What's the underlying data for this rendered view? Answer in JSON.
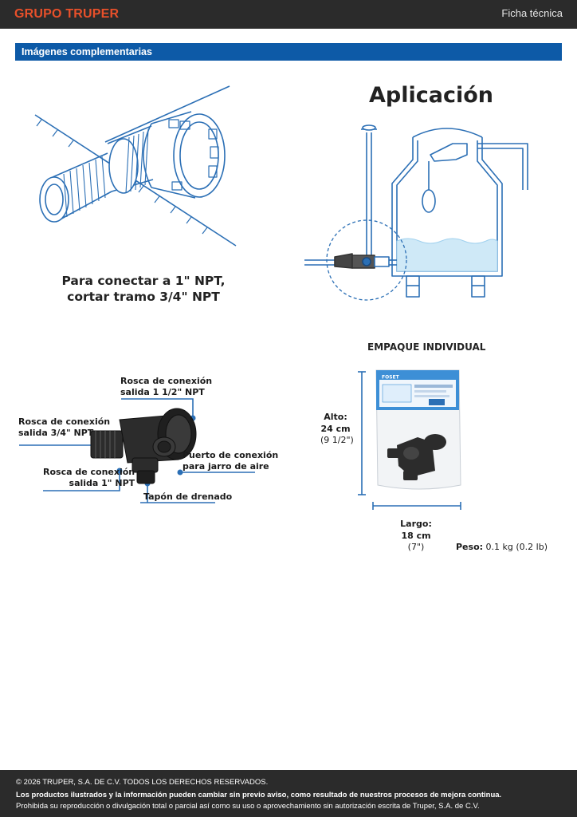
{
  "header": {
    "brand": "GRUPO TRUPER",
    "doc_type": "Ficha técnica"
  },
  "section": {
    "title": "Imágenes complementarias"
  },
  "connection_figure": {
    "caption_line1": "Para conectar a 1\" NPT,",
    "caption_line2": "cortar tramo 3/4\" NPT"
  },
  "application_figure": {
    "title": "Aplicación"
  },
  "product_figure": {
    "labels": {
      "top_outlet_line1": "Rosca de conexión",
      "top_outlet_line2": "salida  1 1/2\" NPT",
      "left_outlet_line1": "Rosca de conexión",
      "left_outlet_line2": "salida 3/4\" NPT",
      "bottom_outlet_line1": "Rosca de conexión",
      "bottom_outlet_line2": "salida 1\" NPT",
      "air_port_line1": "Puerto de conexión",
      "air_port_line2": "para jarro de aire",
      "drain_plug": "Tapón de drenado"
    }
  },
  "packaging": {
    "title": "EMPAQUE INDIVIDUAL",
    "height_label": "Alto:",
    "height_value": "24 cm",
    "height_imperial": "(9 1/2\")",
    "length_label": "Largo:",
    "length_value": "18 cm",
    "length_imperial": "(7\")",
    "weight_label": "Peso:",
    "weight_value": "0.1 kg (0.2 lb)",
    "package_brand": "FOSET"
  },
  "footer": {
    "copyright": "© 2026 TRUPER, S.A. DE C.V. TODOS LOS DERECHOS RESERVADOS.",
    "notice": "Los productos ilustrados y la información pueden cambiar sin previo aviso, como resultado de nuestros procesos de mejora continua.",
    "legal": "Prohibida su reproducción o divulgación total o parcial así como su uso o aprovechamiento sin autorización escrita de Truper, S.A. de C.V."
  },
  "colors": {
    "brand_orange": "#e8502a",
    "header_bg": "#2b2b2b",
    "section_blue": "#0d5aa7",
    "line_blue": "#2b6fb5",
    "water_blue": "#cfe9f7"
  }
}
